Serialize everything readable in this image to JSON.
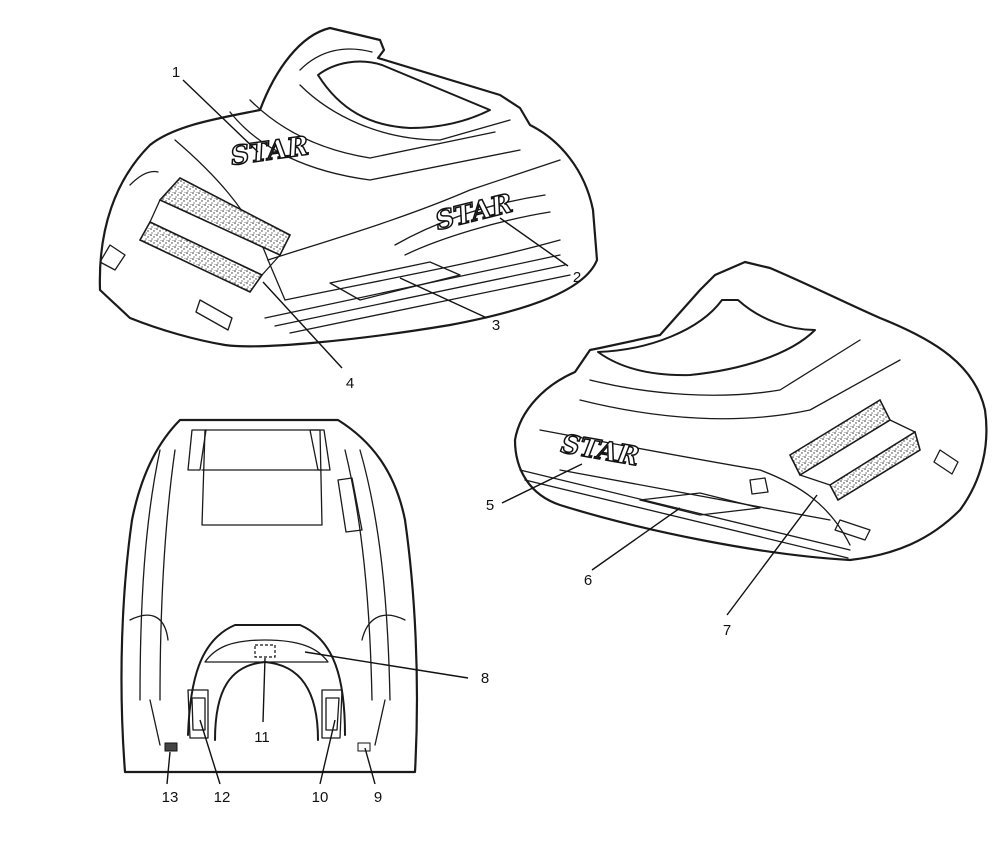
{
  "decal_text": "STAR",
  "callouts": [
    {
      "id": "1",
      "label": "1"
    },
    {
      "id": "2",
      "label": "2"
    },
    {
      "id": "3",
      "label": "3"
    },
    {
      "id": "4",
      "label": "4"
    },
    {
      "id": "5",
      "label": "5"
    },
    {
      "id": "6",
      "label": "6"
    },
    {
      "id": "7",
      "label": "7"
    },
    {
      "id": "8",
      "label": "8"
    },
    {
      "id": "9",
      "label": "9"
    },
    {
      "id": "10",
      "label": "10"
    },
    {
      "id": "11",
      "label": "11"
    },
    {
      "id": "12",
      "label": "12"
    },
    {
      "id": "13",
      "label": "13"
    }
  ]
}
